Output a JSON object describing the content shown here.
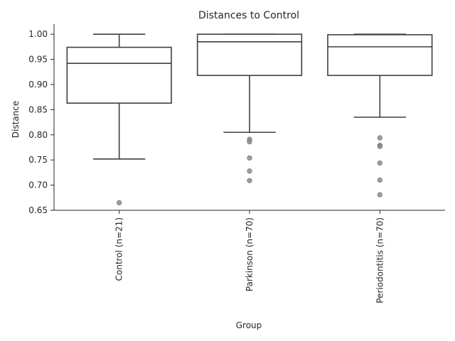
{
  "chart_data": {
    "type": "box",
    "title": "Distances to Control",
    "xlabel": "Group",
    "ylabel": "Distance",
    "ylim": [
      0.65,
      1.02
    ],
    "yticks": [
      0.65,
      0.7,
      0.75,
      0.8,
      0.85,
      0.9,
      0.95,
      1.0
    ],
    "ytick_labels": [
      "0.65",
      "0.70",
      "0.75",
      "0.80",
      "0.85",
      "0.90",
      "0.95",
      "1.00"
    ],
    "grid": false,
    "categories": [
      "Control (n=21)",
      "Parkinson (n=70)",
      "Periodontitis (n=70)"
    ],
    "boxes": [
      {
        "category": "Control (n=21)",
        "whisker_low": 0.752,
        "q1": 0.863,
        "median": 0.942,
        "q3": 0.974,
        "whisker_high": 1.0,
        "outliers": [
          0.665
        ]
      },
      {
        "category": "Parkinson (n=70)",
        "whisker_low": 0.805,
        "q1": 0.918,
        "median": 0.985,
        "q3": 1.0,
        "whisker_high": 1.0,
        "outliers": [
          0.791,
          0.786,
          0.754,
          0.728,
          0.709
        ]
      },
      {
        "category": "Periodontitis (n=70)",
        "whisker_low": 0.835,
        "q1": 0.918,
        "median": 0.975,
        "q3": 0.999,
        "whisker_high": 1.0,
        "outliers": [
          0.794,
          0.779,
          0.777,
          0.744,
          0.71,
          0.681
        ]
      }
    ],
    "colors": {
      "box_line": "#3f3f3f",
      "outlier": "#8c8c8c",
      "axis": "#262626",
      "text": "#262626"
    }
  }
}
